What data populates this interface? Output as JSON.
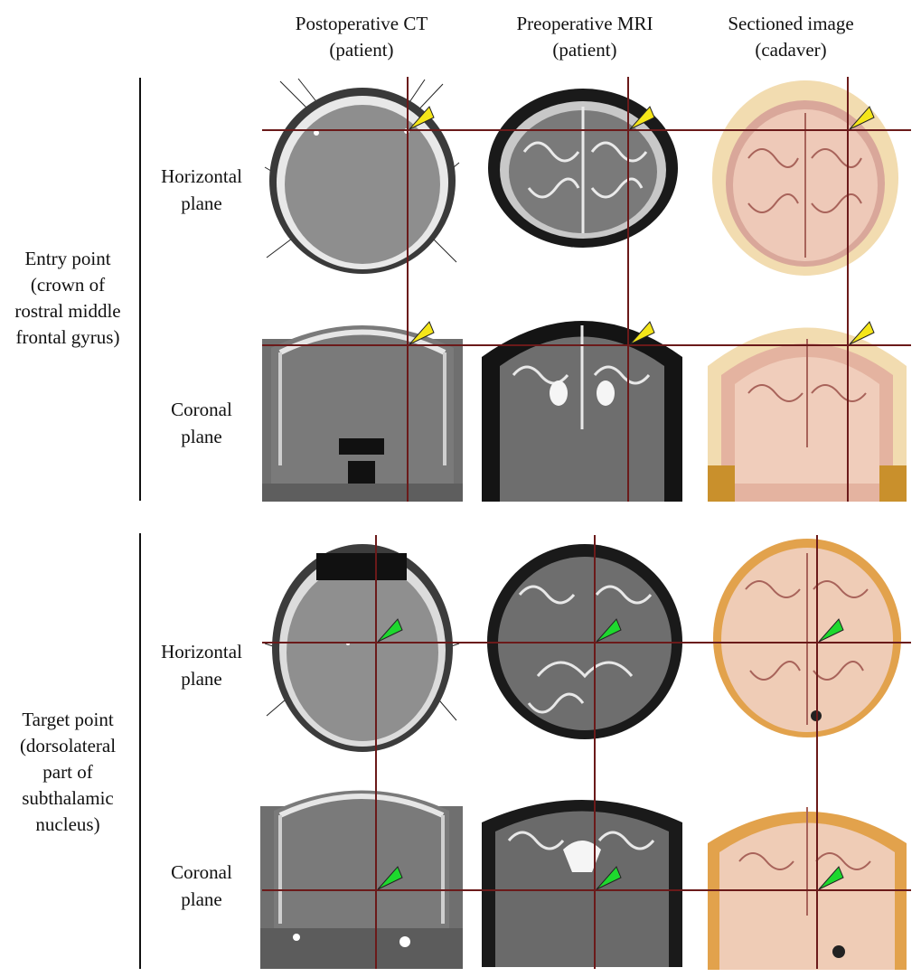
{
  "columns": [
    {
      "line1": "Postoperative CT",
      "line2": "(patient)"
    },
    {
      "line1": "Preoperative MRI",
      "line2": "(patient)"
    },
    {
      "line1": "Sectioned image",
      "line2": "(cadaver)"
    }
  ],
  "sections": [
    {
      "label_lines": [
        "Entry point",
        "(crown of",
        "rostral middle",
        "frontal gyrus)"
      ],
      "arrow_color": "#f5e619",
      "rows": [
        {
          "line1": "Horizontal",
          "line2": "plane"
        },
        {
          "line1": "Coronal",
          "line2": "plane"
        }
      ]
    },
    {
      "label_lines": [
        "Target point",
        "(dorsolateral",
        "part of",
        "subthalamic",
        "nucleus)"
      ],
      "arrow_color": "#1ed82e",
      "rows": [
        {
          "line1": "Horizontal",
          "line2": "plane"
        },
        {
          "line1": "Coronal",
          "line2": "plane"
        }
      ]
    }
  ],
  "crosshair_color": "#6b1a1a"
}
